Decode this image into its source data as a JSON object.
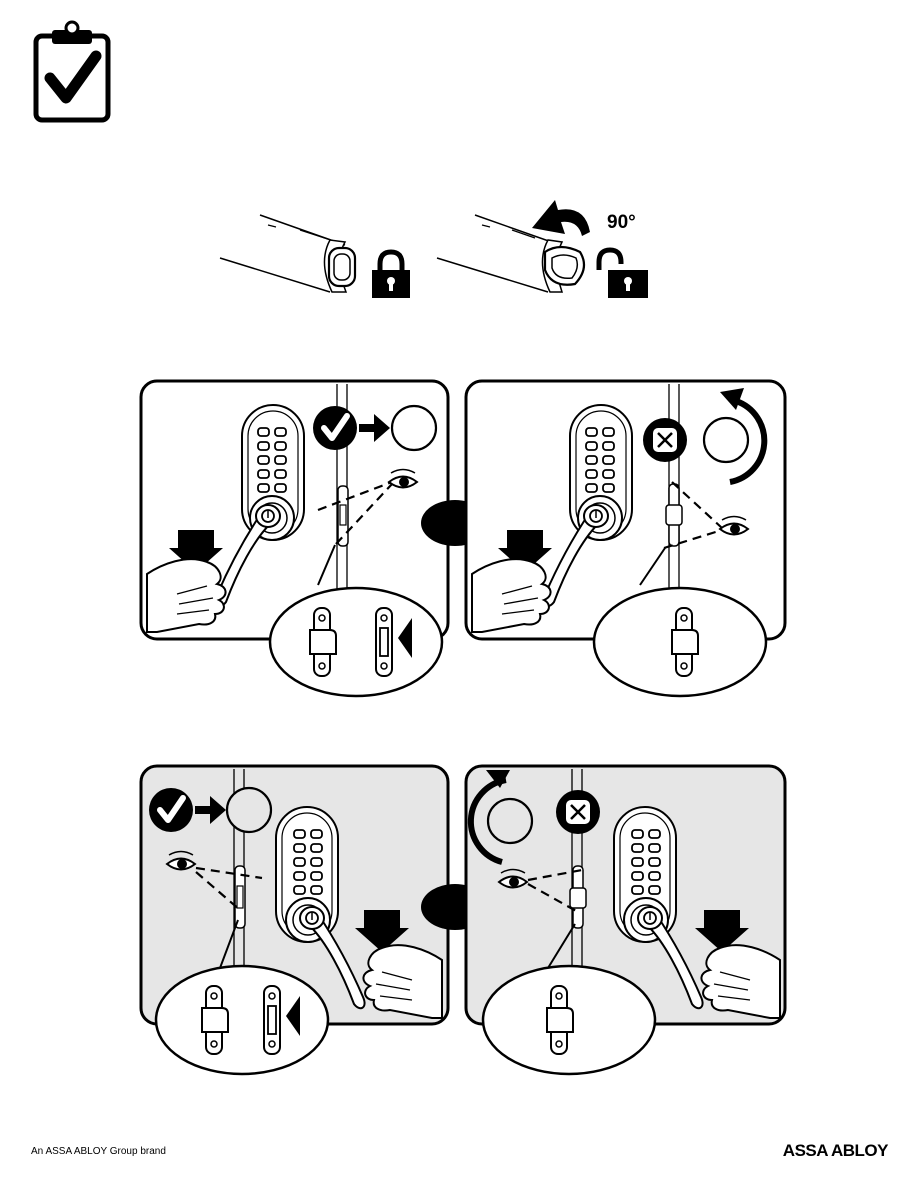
{
  "rotation": {
    "angle_label": "90°"
  },
  "footer": {
    "brand_note": "An ASSA ABLOY Group brand",
    "logo_text": "ASSA ABLOY"
  },
  "colors": {
    "panel_fill": "#e6e6e6",
    "ink": "#000000",
    "background": "#ffffff"
  },
  "icons": {
    "checklist": "clipboard-check-icon",
    "locked": "padlock-closed-icon",
    "unlocked": "padlock-open-icon",
    "ok": "check-icon",
    "fail": "x-icon",
    "rotate": "rotate-arrow-icon",
    "eye": "eye-icon",
    "arrow": "arrow-icon"
  }
}
